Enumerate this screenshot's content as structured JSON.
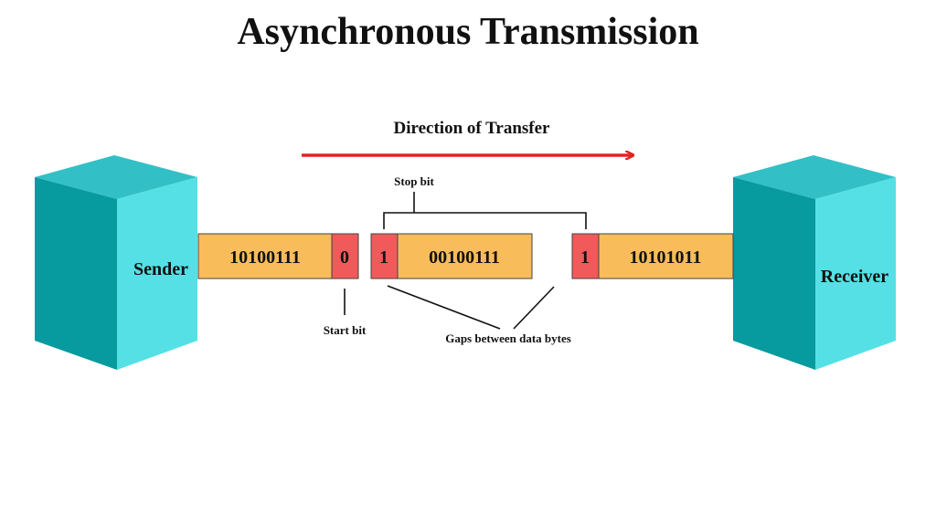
{
  "title": "Asynchronous Transmission",
  "direction_label": "Direction of Transfer",
  "sender": {
    "label": "Sender"
  },
  "receiver": {
    "label": "Receiver"
  },
  "frames": [
    {
      "data": "10100111",
      "start_bit": "0"
    },
    {
      "stop_bit": "1",
      "data": "00100111"
    },
    {
      "stop_bit": "1",
      "data": "10101011"
    }
  ],
  "annotations": {
    "stop_bit": "Stop bit",
    "start_bit": "Start bit",
    "gaps": "Gaps between data bytes"
  },
  "colors": {
    "box_front": "#55e0e6",
    "box_side": "#079a9f",
    "box_top": "#32c0c6",
    "data_fill": "#f9bc5a",
    "bit_fill": "#f05a5a",
    "arrow": "#e52222",
    "text": "#111111"
  }
}
